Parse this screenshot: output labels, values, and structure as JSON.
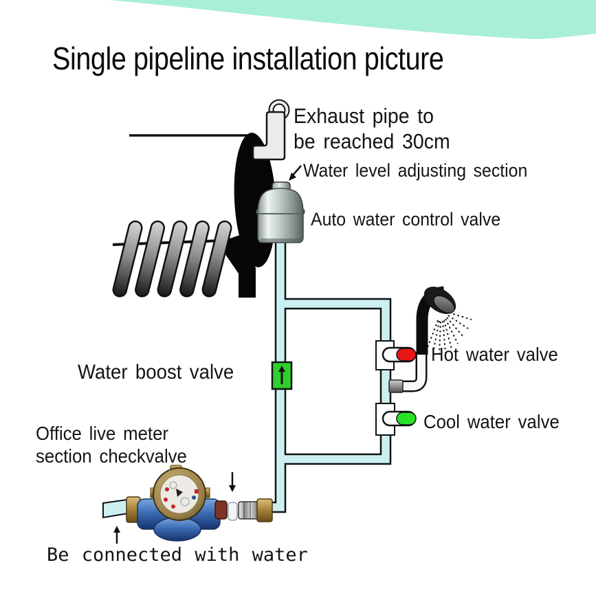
{
  "page": {
    "title": "Single pipeline installation picture"
  },
  "diagram": {
    "labels": {
      "exhaust": {
        "line1": "Exhaust pipe to",
        "line2": "be reached 30cm"
      },
      "water_level": "Water level adjusting section",
      "auto_valve": "Auto water control valve",
      "boost_valve": "Water boost valve",
      "hot_valve": "Hot water valve",
      "cool_valve": "Cool water valve",
      "meter": {
        "line1": "Office live meter",
        "line2": "section checkvalve"
      },
      "water_inlet": "Be connected with water"
    },
    "colors": {
      "banner_mint": "#a9eed8",
      "pipe_fill": "#ccf0f2",
      "boost_green": "#2ecf2e",
      "hot_red": "#e81616",
      "cool_green": "#27e127",
      "meter_blue": "#3c6cb4",
      "brass": "#a98c4a",
      "outline": "#141414"
    },
    "icons": {
      "water_level_pointer": "down-left-arrow",
      "boost_flow_arrow": "up-arrow",
      "check_valve_pointer": "down-arrow",
      "inlet_pointer": "up-arrow"
    }
  }
}
